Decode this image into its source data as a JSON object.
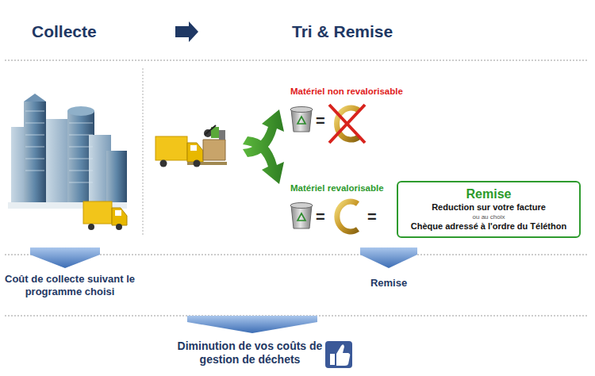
{
  "diagram": {
    "nodes": [
      {
        "text": [
          "Remise",
          "Reduction sur votre facture",
          "ou au choix",
          "Chèque adressé à l'ordre du Téléthon"
        ]
      }
    ],
    "labels": [
      "Collecte",
      "Tri & Remise",
      "Matériel non revalorisable",
      "=",
      "Matériel revalorisable",
      "=",
      "=",
      "Coût de collecte suivant le programme choisi",
      "Remise",
      "Diminution de vos coûts de gestion de déchets"
    ]
  }
}
